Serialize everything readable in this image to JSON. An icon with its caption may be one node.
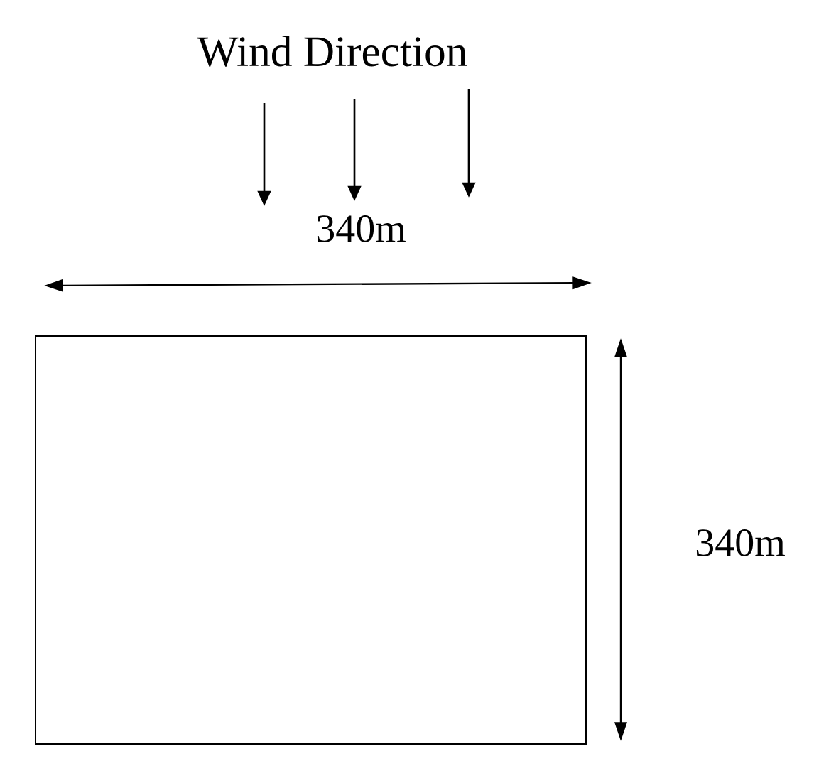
{
  "diagram": {
    "nodes": [
      {
        "text": [],
        "shape": "box"
      }
    ],
    "labels": [
      "Wind Direction",
      "340m",
      "340m"
    ]
  }
}
